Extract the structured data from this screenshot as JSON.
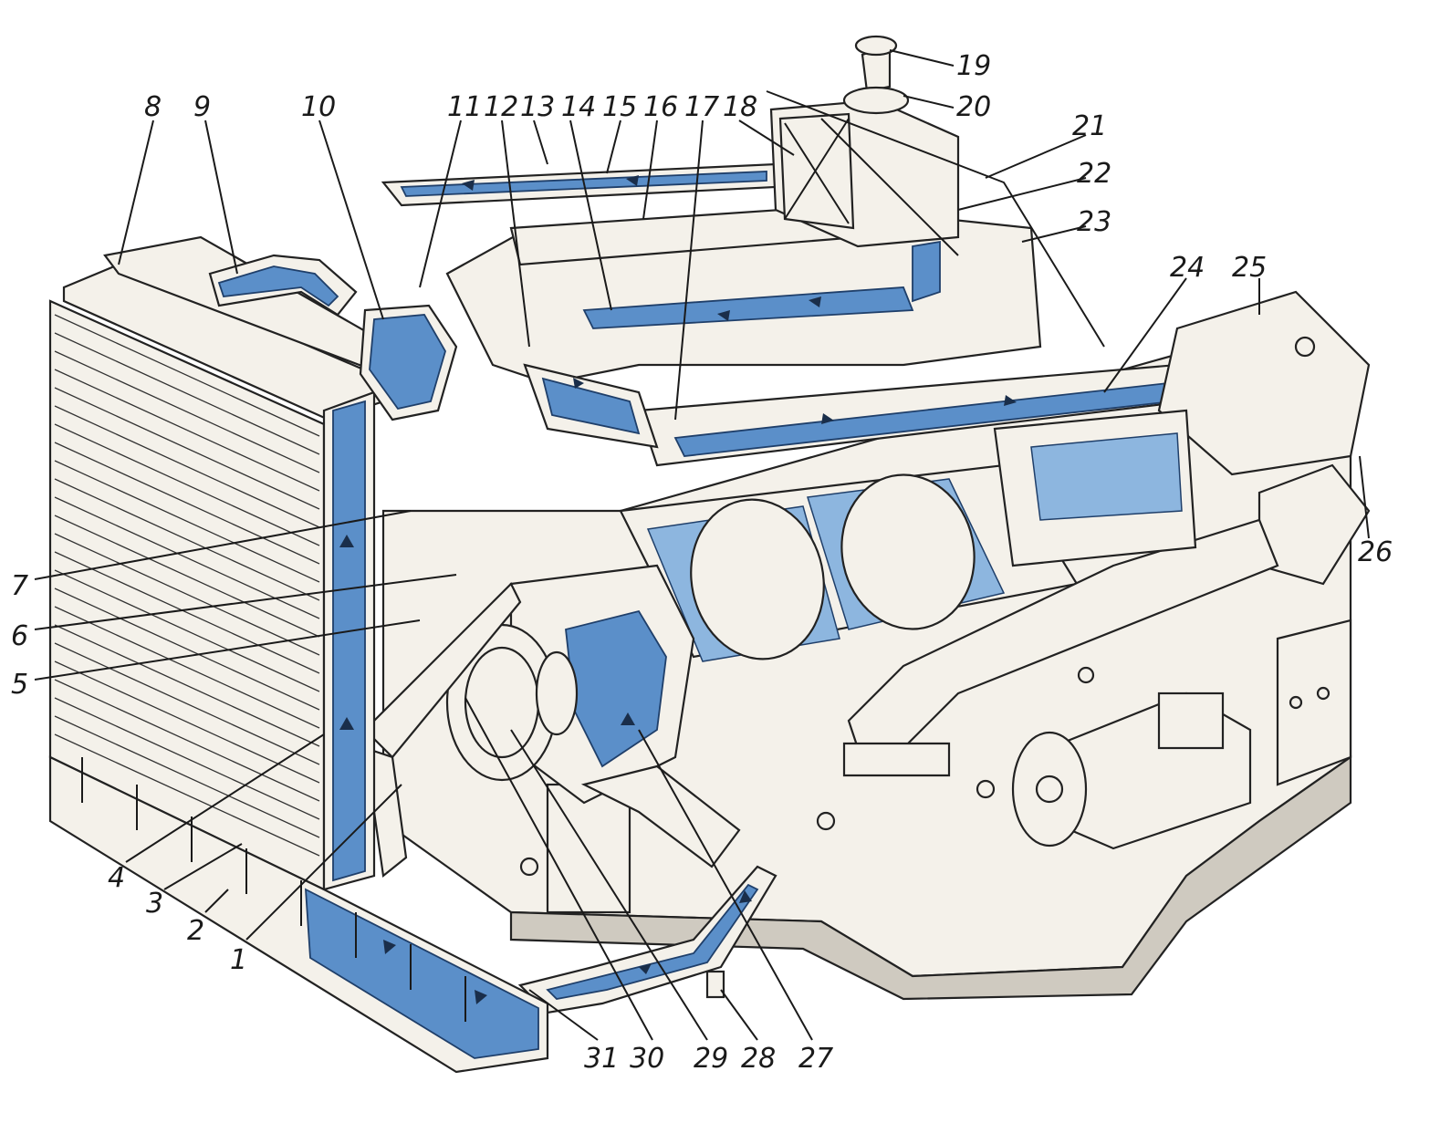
{
  "callouts": [
    {
      "id": "1",
      "label": "1"
    },
    {
      "id": "2",
      "label": "2"
    },
    {
      "id": "3",
      "label": "3"
    },
    {
      "id": "4",
      "label": "4"
    },
    {
      "id": "5",
      "label": "5"
    },
    {
      "id": "6",
      "label": "6"
    },
    {
      "id": "7",
      "label": "7"
    },
    {
      "id": "8",
      "label": "8"
    },
    {
      "id": "9",
      "label": "9"
    },
    {
      "id": "10",
      "label": "10"
    },
    {
      "id": "11",
      "label": "11"
    },
    {
      "id": "12",
      "label": "12"
    },
    {
      "id": "13",
      "label": "13"
    },
    {
      "id": "14",
      "label": "14"
    },
    {
      "id": "15",
      "label": "15"
    },
    {
      "id": "16",
      "label": "16"
    },
    {
      "id": "17",
      "label": "17"
    },
    {
      "id": "18",
      "label": "18"
    },
    {
      "id": "19",
      "label": "19"
    },
    {
      "id": "20",
      "label": "20"
    },
    {
      "id": "21",
      "label": "21"
    },
    {
      "id": "22",
      "label": "22"
    },
    {
      "id": "23",
      "label": "23"
    },
    {
      "id": "24",
      "label": "24"
    },
    {
      "id": "25",
      "label": "25"
    },
    {
      "id": "26",
      "label": "26"
    },
    {
      "id": "27",
      "label": "27"
    },
    {
      "id": "28",
      "label": "28"
    },
    {
      "id": "29",
      "label": "29"
    },
    {
      "id": "30",
      "label": "30"
    },
    {
      "id": "31",
      "label": "31"
    }
  ],
  "colors": {
    "coolant": "#5b8fc9",
    "coolant_light": "#8db6df",
    "ink": "#222222",
    "metal_fill": "#f4f1ea",
    "background": "#ffffff"
  }
}
